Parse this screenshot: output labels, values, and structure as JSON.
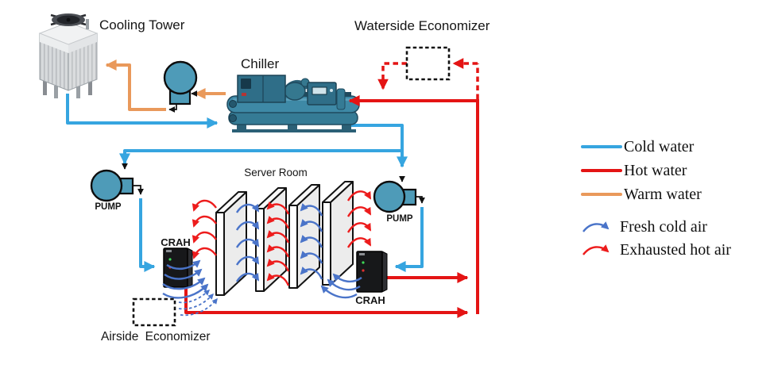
{
  "diagram": {
    "labels": {
      "cooling_tower": "Cooling Tower",
      "chiller": "Chiller",
      "waterside_economizer": "Waterside Economizer",
      "server_room": "Server Room",
      "pump_left": "PUMP",
      "pump_right": "PUMP",
      "crah_left": "CRAH",
      "crah_right": "CRAH",
      "airside_economizer": "Airside Economizer"
    },
    "colors": {
      "cold_water": "#36A5E0",
      "hot_water": "#E41414",
      "warm_water": "#E9995B",
      "fresh_cold_air": "#4A74C9",
      "exhausted_hot_air": "#ED1C1C",
      "pump_fill": "#4E9BB8",
      "rack_panel": "#ECECEC",
      "crah_body": "#17181A"
    }
  },
  "legend": {
    "water": [
      {
        "label": "Cold water",
        "color": "#36A5E0"
      },
      {
        "label": "Hot water",
        "color": "#E41414"
      },
      {
        "label": "Warm water",
        "color": "#E9995B"
      }
    ],
    "air": [
      {
        "label": "Fresh cold air",
        "color": "#4A74C9"
      },
      {
        "label": "Exhausted hot air",
        "color": "#ED1C1C"
      }
    ]
  }
}
